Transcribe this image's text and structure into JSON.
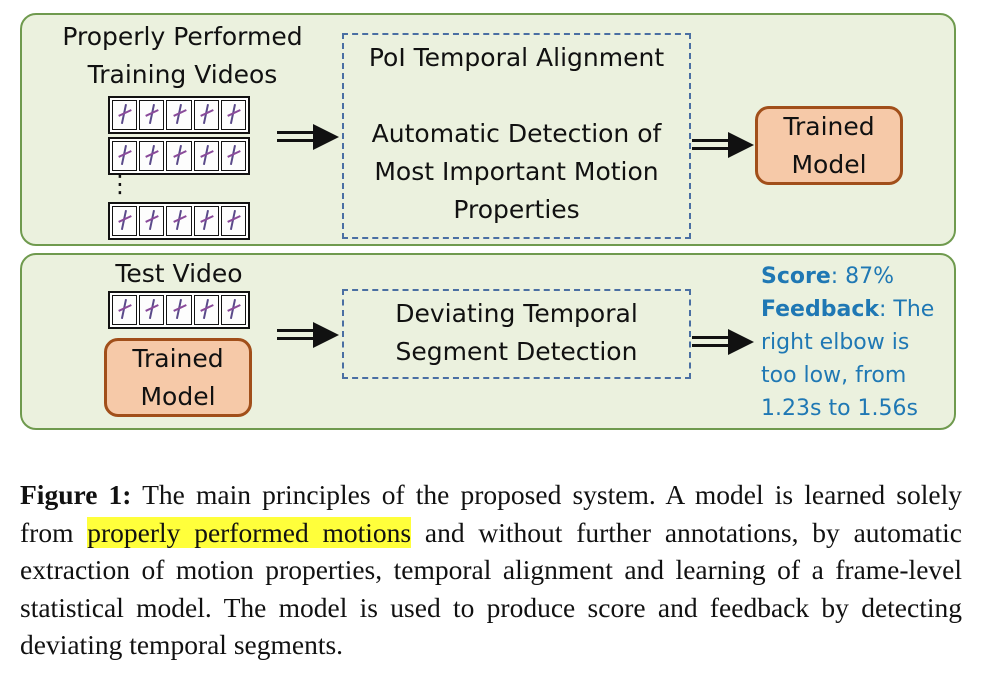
{
  "training_panel": {
    "label_line1": "Properly Performed",
    "label_line2": "Training Videos",
    "ellipsis": "⋮",
    "box_line1": "PoI Temporal Alignment",
    "box_line2": "Automatic Detection of",
    "box_line3": "Most Important Motion",
    "box_line4": "Properties",
    "model_line1": "Trained",
    "model_line2": "Model"
  },
  "test_panel": {
    "label": "Test Video",
    "model_line1": "Trained",
    "model_line2": "Model",
    "box_line1": "Deviating Temporal",
    "box_line2": "Segment Detection",
    "score_label": "Score",
    "score_value": ": 87%",
    "feedback_label": "Feedback",
    "feedback_line1": ": The",
    "feedback_line2": "right elbow is",
    "feedback_line3": "too low, from",
    "feedback_line4": "1.23s to 1.56s"
  },
  "caption": {
    "label": "Figure 1:",
    "text_before": " The main principles of the proposed system.  A model is learned solely from ",
    "highlight": "properly performed motions",
    "text_after": " and without further annotations, by automatic extraction of motion properties, temporal alignment and learning of a frame-level statistical model. The model is used to produce score and feedback by detecting deviating temporal segments."
  },
  "colors": {
    "panel_fill": "#ebf1de",
    "panel_border": "#6f9a4e",
    "model_fill": "#f6c9a8",
    "model_border": "#a14f1a",
    "dash_border": "#4a6fa3",
    "feedback_text": "#1f78b4",
    "highlight": "#ffff3b"
  }
}
